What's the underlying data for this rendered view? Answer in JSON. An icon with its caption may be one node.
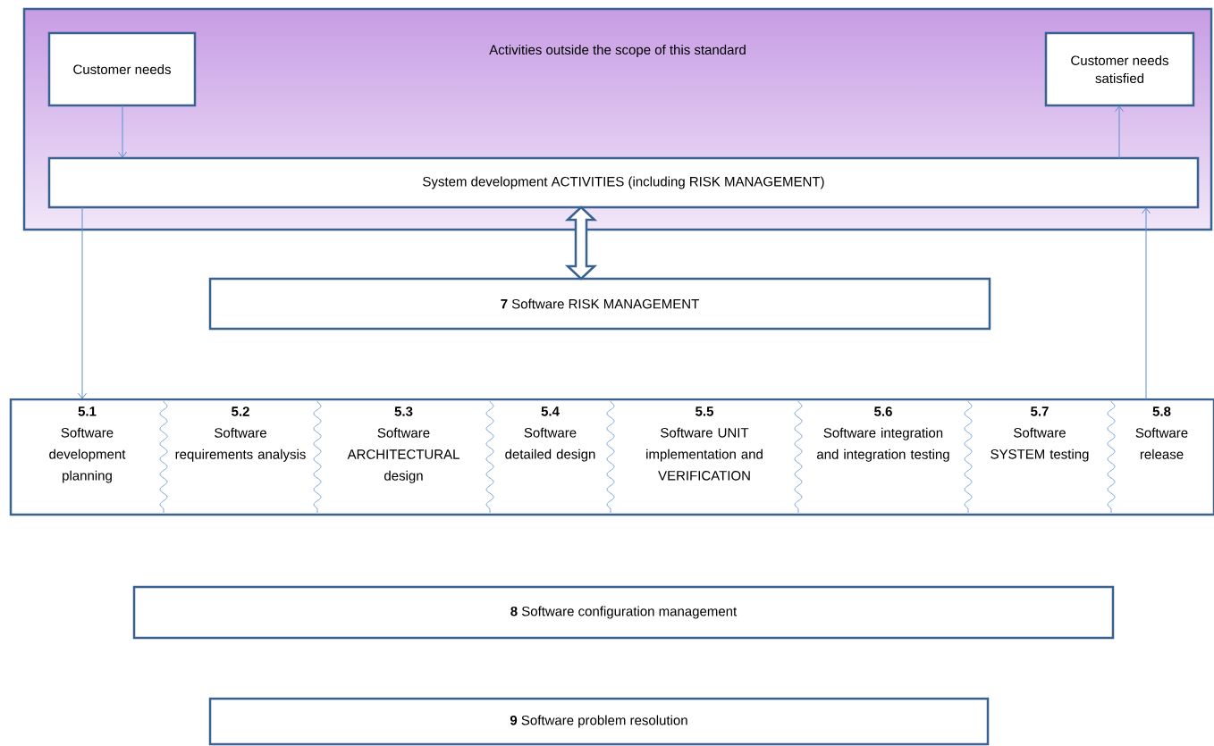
{
  "diagram": {
    "nodes": [
      {
        "text": [
          "Activities outside the scope of this standard"
        ]
      },
      {
        "text": [
          "Customer needs"
        ],
        "in": 0
      },
      {
        "text": [
          "Customer needs satisfied"
        ],
        "in": 0
      },
      {
        "text": [
          "System development ACTIVITIES (including RISK MANAGEMENT)"
        ],
        "in": 0
      },
      {
        "text": [
          "**7** Software RISK MANAGEMENT"
        ]
      },
      {
        "text": [],
        "shape": "box"
      },
      {
        "text": [
          "5.1",
          "Software development planning"
        ],
        "in": 5
      },
      {
        "text": [
          "5.2",
          "Software requirements analysis"
        ],
        "in": 5
      },
      {
        "text": [
          "5.3",
          "Software ARCHITECTURAL design"
        ],
        "in": 5
      },
      {
        "text": [
          "5.4",
          "Software detailed design"
        ],
        "in": 5
      },
      {
        "text": [
          "5.5",
          "Software UNIT implementation and VERIFICATION"
        ],
        "in": 5
      },
      {
        "text": [
          "5.6",
          "Software integration and integration testing"
        ],
        "in": 5
      },
      {
        "text": [
          "5.7",
          "Software SYSTEM testing"
        ],
        "in": 5
      },
      {
        "text": [
          "5.8",
          "Software release"
        ],
        "in": 5
      },
      {
        "text": [
          "**8** Software configuration management"
        ]
      },
      {
        "text": [
          "**9** Software problem resolution"
        ]
      }
    ],
    "edges": [
      {
        "from": 1,
        "to": 3,
        "arrow": "to"
      },
      {
        "from": 3,
        "to": 2,
        "arrow": "to"
      },
      {
        "from": 3,
        "to": 6,
        "arrow": "to"
      },
      {
        "from": 13,
        "to": 3,
        "arrow": "to"
      },
      {
        "from": 3,
        "to": 4,
        "arrow": "both",
        "style": "thick"
      }
    ]
  }
}
